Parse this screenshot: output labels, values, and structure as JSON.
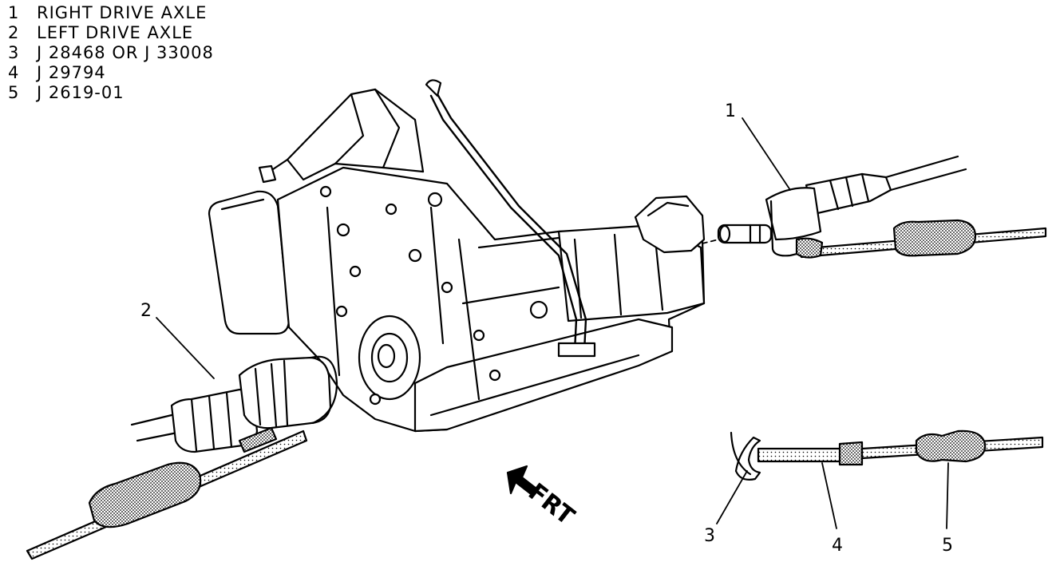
{
  "legend": [
    {
      "number": "1",
      "text": "RIGHT DRIVE AXLE"
    },
    {
      "number": "2",
      "text": "LEFT DRIVE AXLE"
    },
    {
      "number": "3",
      "text": "J 28468 OR J 33008"
    },
    {
      "number": "4",
      "text": "J 29794"
    },
    {
      "number": "5",
      "text": "J 2619-01"
    }
  ],
  "callouts": {
    "c1": "1",
    "c2": "2",
    "c3": "3",
    "c4": "4",
    "c5": "5"
  },
  "direction_label": "FRT",
  "colors": {
    "ink": "#000000",
    "stipple": "#000000",
    "paper": "#ffffff"
  }
}
